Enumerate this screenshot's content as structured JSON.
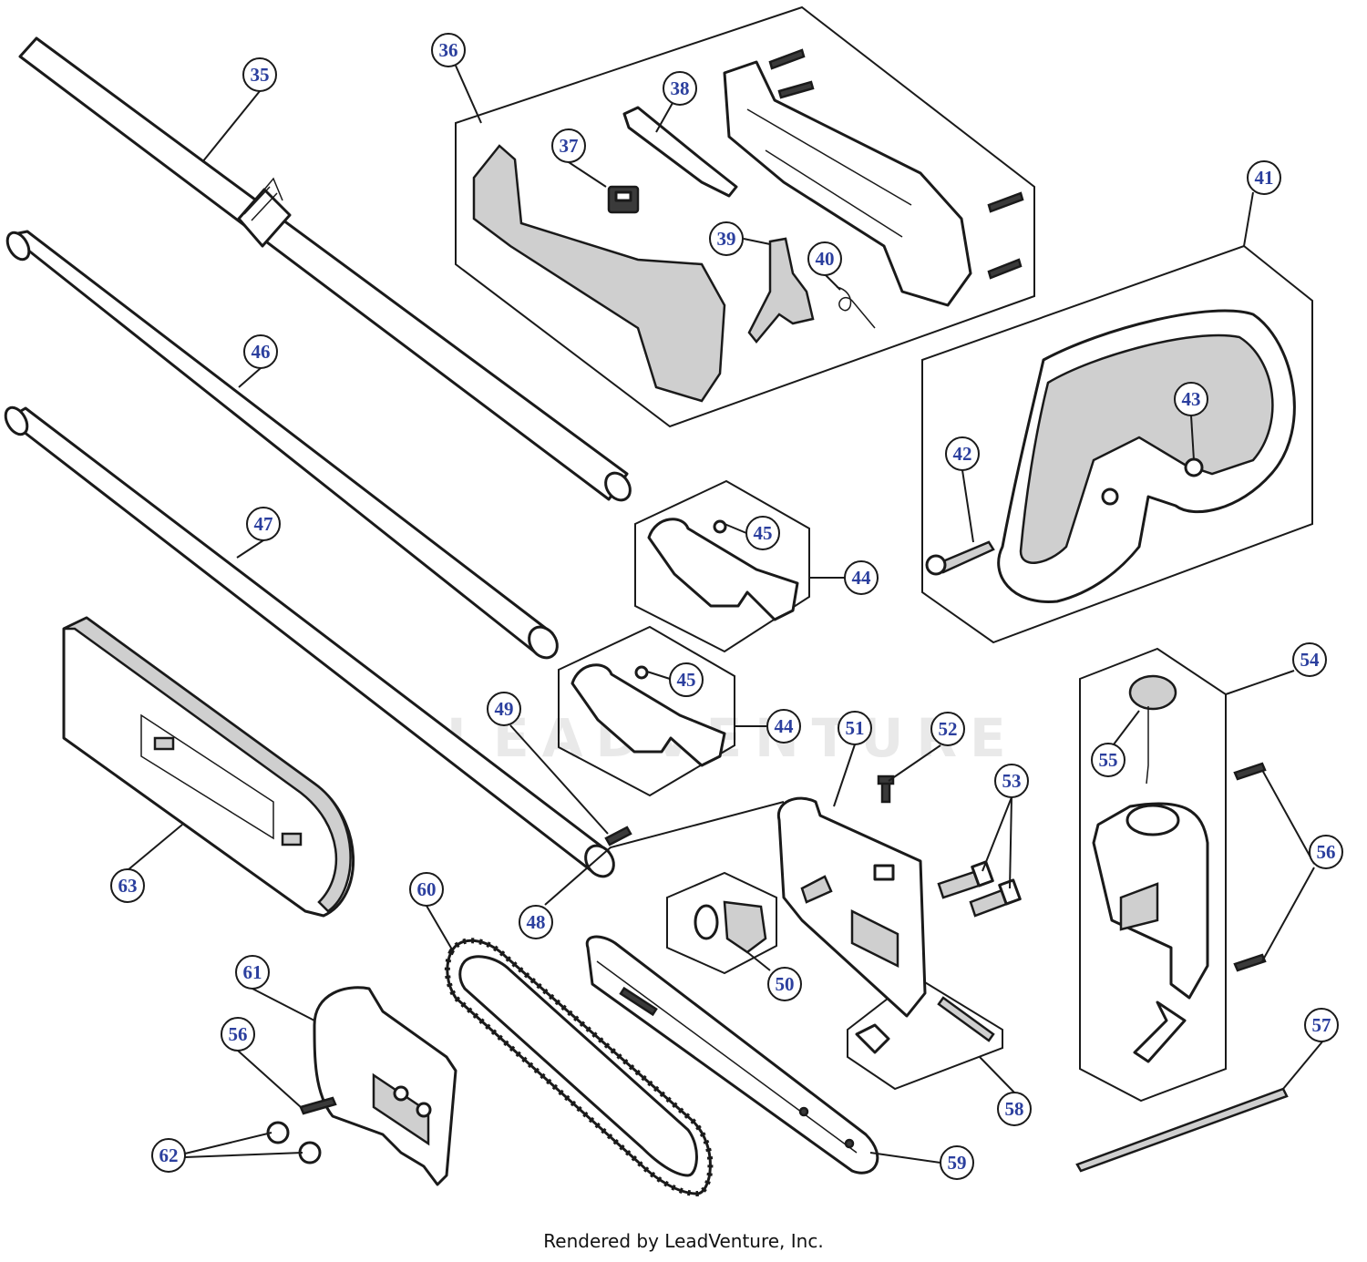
{
  "diagram": {
    "watermark": "LEADVENTURE",
    "footer_text": "Rendered by LeadVenture, Inc.",
    "callouts": {
      "c35": "35",
      "c36": "36",
      "c37": "37",
      "c38": "38",
      "c39": "39",
      "c40": "40",
      "c41": "41",
      "c42": "42",
      "c43": "43",
      "c44a": "44",
      "c44b": "44",
      "c45a": "45",
      "c45b": "45",
      "c46": "46",
      "c47": "47",
      "c48": "48",
      "c49": "49",
      "c50": "50",
      "c51": "51",
      "c52": "52",
      "c53": "53",
      "c54": "54",
      "c55": "55",
      "c56a": "56",
      "c56b": "56",
      "c57": "57",
      "c58": "58",
      "c59": "59",
      "c60": "60",
      "c61": "61",
      "c62": "62",
      "c63": "63"
    }
  }
}
